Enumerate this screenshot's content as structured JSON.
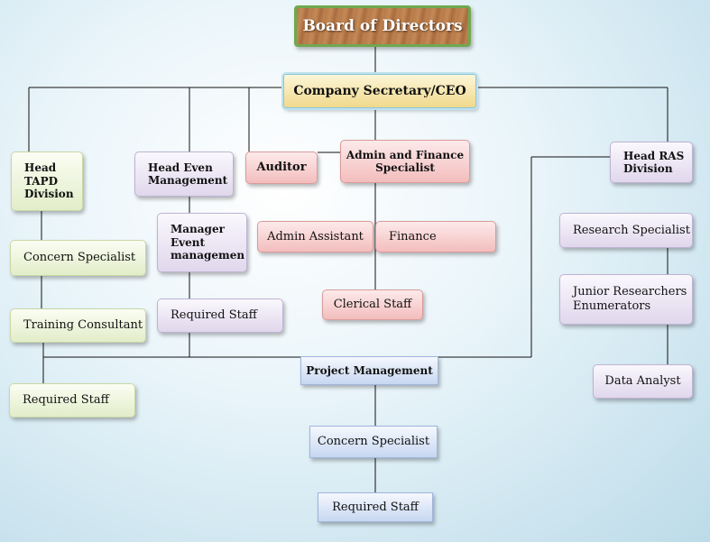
{
  "board": "Board of Directors",
  "ceo": "Company Secretary/CEO",
  "tapd": {
    "head": "Head TAPD Division",
    "concern_specialist": "Concern Specialist",
    "training_consultant": "Training Consultant",
    "required_staff": "Required Staff"
  },
  "events": {
    "head": "Head Even Management",
    "manager": "Manager Event managemen",
    "required_staff": "Required Staff"
  },
  "auditor": "Auditor",
  "admin_finance": {
    "head": "Admin and Finance Specialist",
    "admin_assistant": "Admin Assistant",
    "finance": "Finance",
    "clerical_staff": "Clerical Staff"
  },
  "ras": {
    "head": "Head RAS Division",
    "research_specialist": "Research Specialist",
    "junior_researchers": "Junior Researchers Enumerators",
    "data_analyst": "Data Analyst"
  },
  "project": {
    "head": "Project Management",
    "concern_specialist": "Concern Specialist",
    "required_staff": "Required Staff"
  },
  "colors": {
    "line": "#111111",
    "green_node": "#e2edc9",
    "purple_node": "#e0d7ec",
    "red_node": "#f3bdbd",
    "blue_node": "#c7d7f1",
    "ceo_node": "#f0d98c",
    "board_node": "#b77a4a"
  }
}
